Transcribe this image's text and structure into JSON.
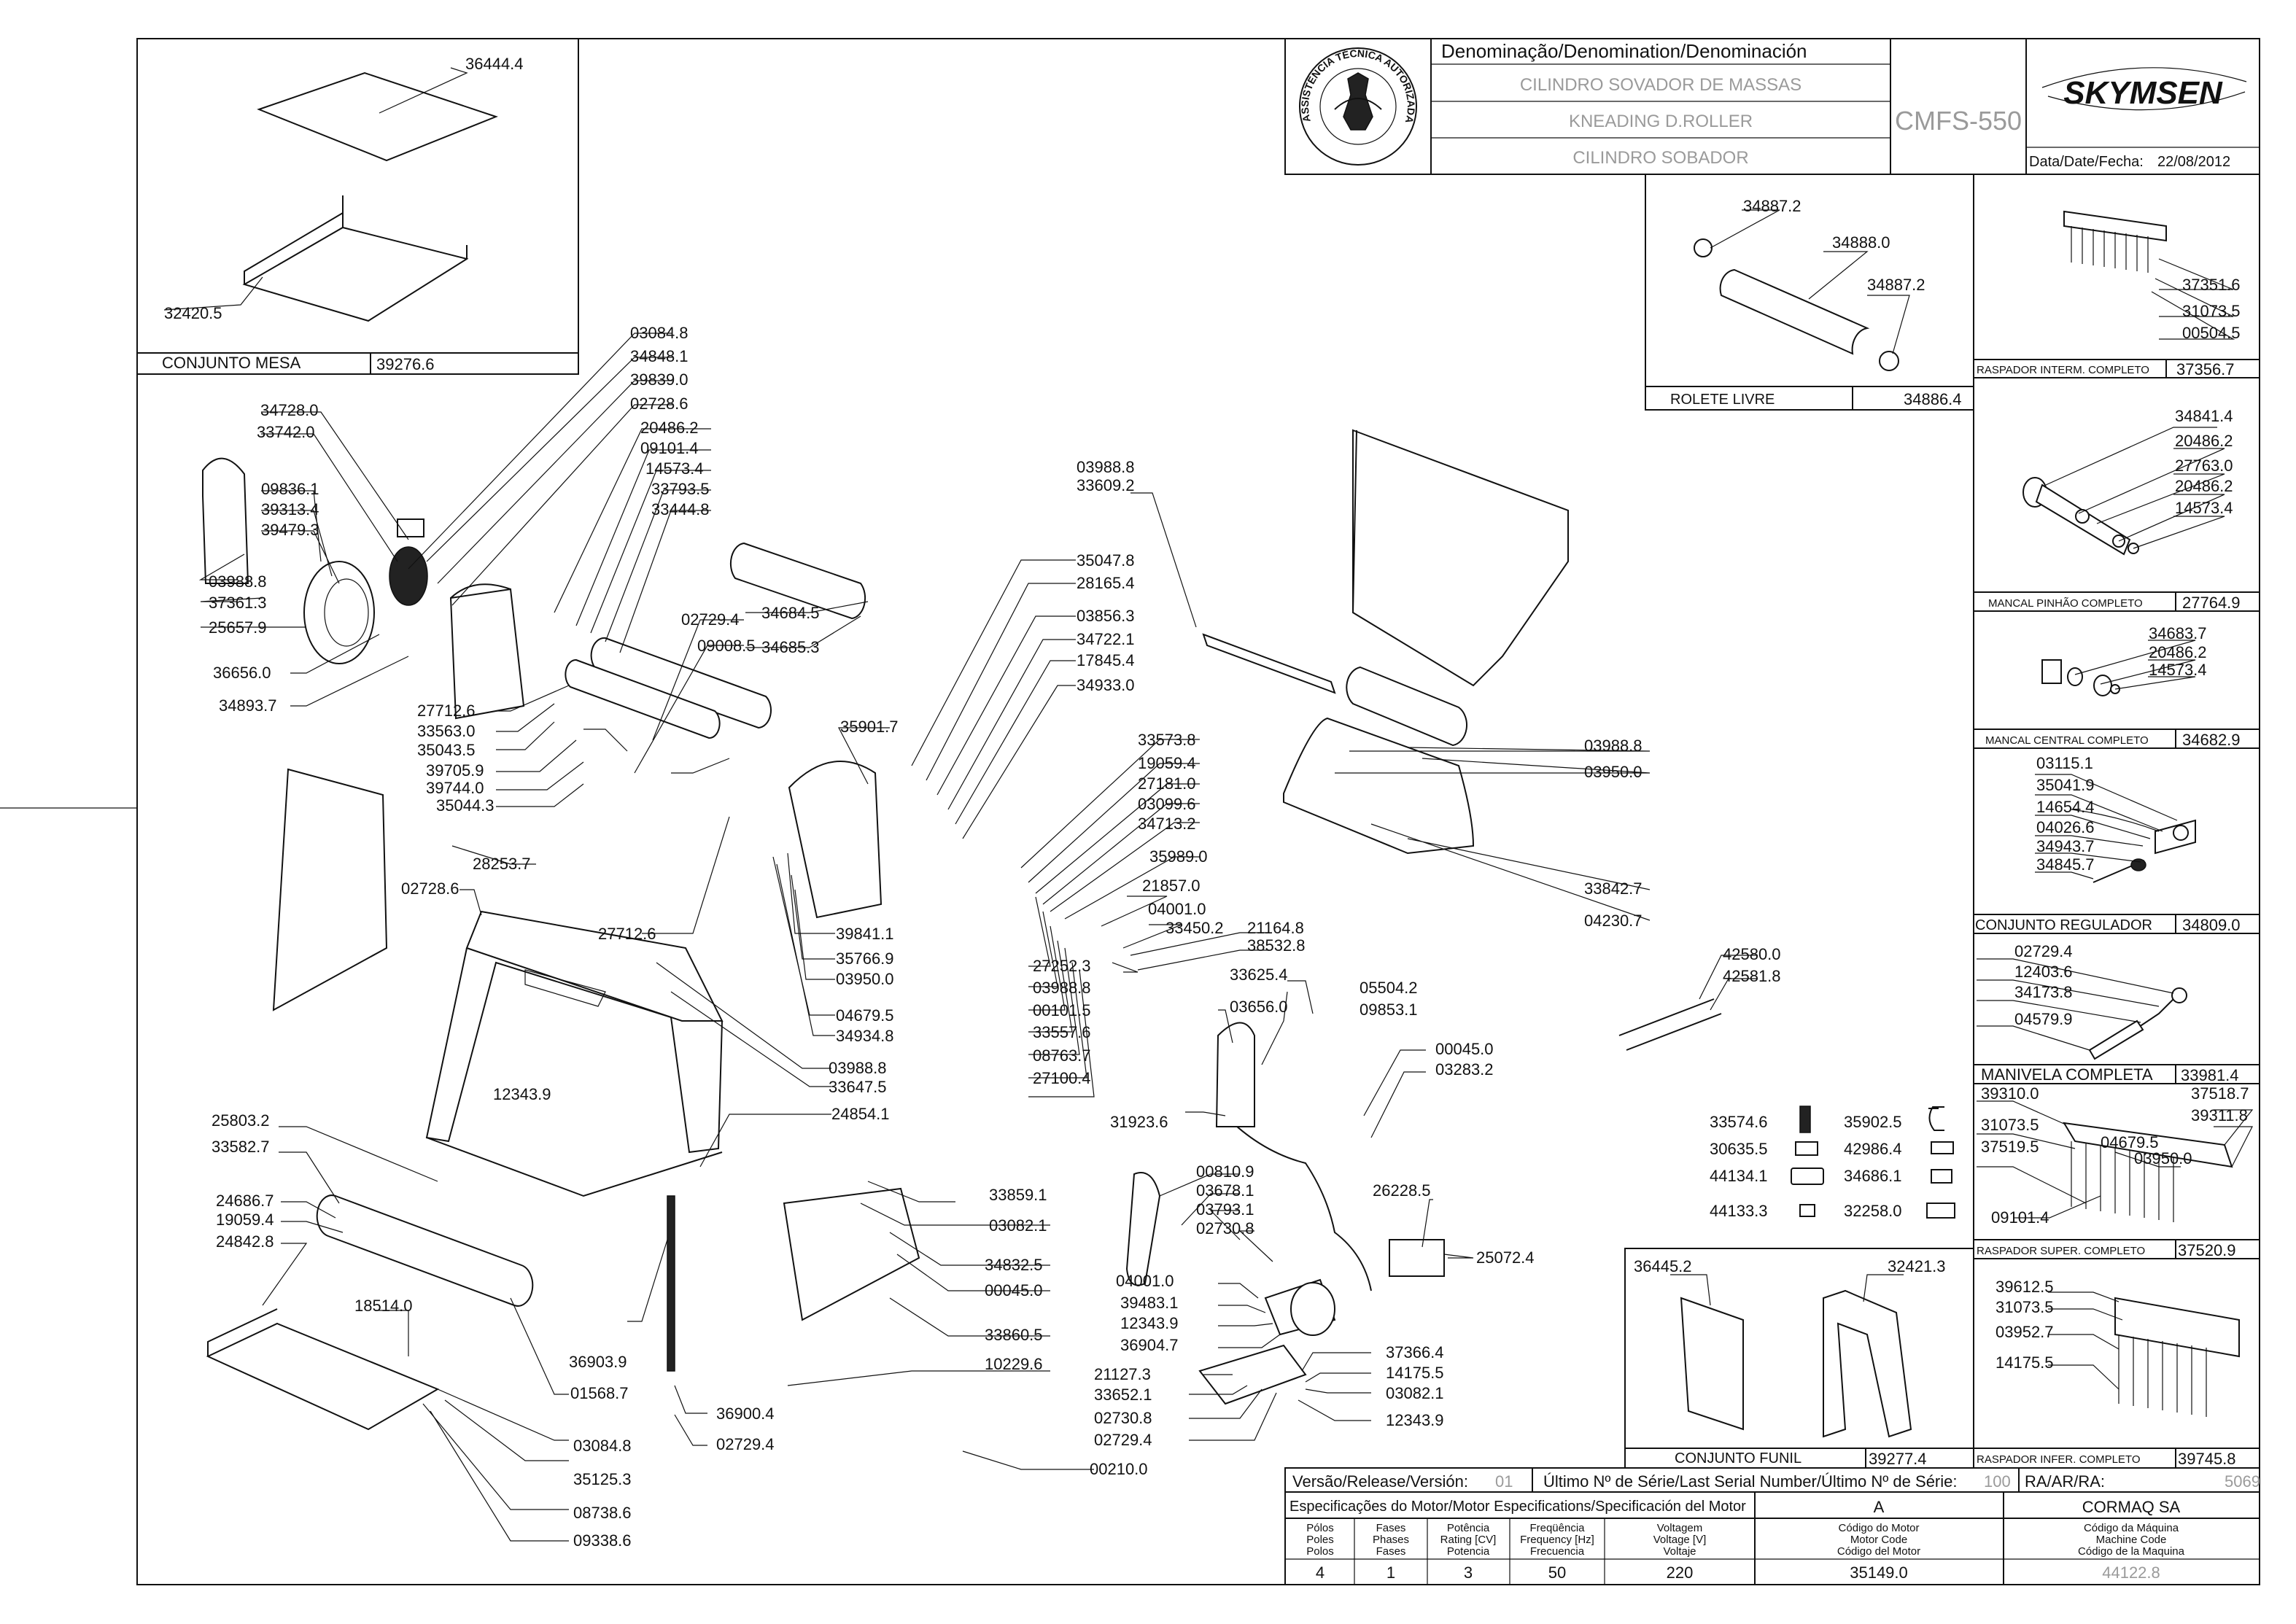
{
  "title_block": {
    "denomination_header": "Denominação/Denomination/Denominación",
    "name_pt": "CILINDRO SOVADOR DE MASSAS",
    "name_en": "KNEADING D.ROLLER",
    "name_es": "CILINDRO SOBADOR",
    "model": "CMFS-550",
    "brand": "SKYMSEN",
    "date_label": "Data/Date/Fecha:",
    "date_value": "22/08/2012",
    "seal_text": "ASSISTÊNCIA TÉCNICA AUTORIZADA"
  },
  "footer": {
    "version_label": "Versão/Release/Versión:",
    "version_value": "01",
    "serial_label": "Último Nº de Série/Last Serial Number/Último Nº de Série:",
    "serial_value": "100",
    "ra_label": "RA/AR/RA:",
    "ra_value": "5069",
    "motor_spec_label": "Especificações do Motor/Motor Especifications/Specificación del Motor",
    "motor_letter": "A",
    "company": "CORMAQ SA",
    "columns": [
      {
        "h1": "Pólos",
        "h2": "Poles",
        "h3": "Polos",
        "value": "4"
      },
      {
        "h1": "Fases",
        "h2": "Phases",
        "h3": "Fases",
        "value": "1"
      },
      {
        "h1": "Potência",
        "h2": "Rating [CV]",
        "h3": "Potencia",
        "value": "3"
      },
      {
        "h1": "Freqüência",
        "h2": "Frequency [Hz]",
        "h3": "Frecuencia",
        "value": "50"
      },
      {
        "h1": "Voltagem",
        "h2": "Voltage [V]",
        "h3": "Voltaje",
        "value": "220"
      },
      {
        "h1": "Código do Motor",
        "h2": "Motor Code",
        "h3": "Código del Motor",
        "value": "35149.0"
      },
      {
        "h1": "Código da Máquina",
        "h2": "Machine Code",
        "h3": "Código de la Maquina",
        "value": "44122.8"
      }
    ]
  },
  "assemblies": {
    "mesa": {
      "name": "CONJUNTO MESA",
      "code": "39276.6"
    },
    "rolete": {
      "name": "ROLETE LIVRE",
      "code": "34886.4"
    },
    "raspador_interm": {
      "name": "RASPADOR INTERM. COMPLETO",
      "code": "37356.7"
    },
    "mancal_pinhao": {
      "name": "MANCAL PINHÃO COMPLETO",
      "code": "27764.9"
    },
    "mancal_central": {
      "name": "MANCAL CENTRAL COMPLETO",
      "code": "34682.9"
    },
    "regulador": {
      "name": "CONJUNTO REGULADOR",
      "code": "34809.0"
    },
    "manivela": {
      "name": "MANIVELA COMPLETA",
      "code": "33981.4"
    },
    "raspador_super": {
      "name": "RASPADOR SUPER. COMPLETO",
      "code": "37520.9"
    },
    "funil": {
      "name": "CONJUNTO FUNIL",
      "code": "39277.4"
    },
    "raspador_infer": {
      "name": "RASPADOR INFER. COMPLETO",
      "code": "39745.8"
    }
  },
  "labels": {
    "mesa_1": "36444.4",
    "mesa_2": "32420.5",
    "rol_1": "34887.2",
    "rol_2": "34888.0",
    "rol_3": "34887.2",
    "ri_1": "37351.6",
    "ri_2": "31073.5",
    "ri_3": "00504.5",
    "mp_1": "34841.4",
    "mp_2": "20486.2",
    "mp_3": "27763.0",
    "mp_4": "20486.2",
    "mp_5": "14573.4",
    "mc_1": "34683.7",
    "mc_2": "20486.2",
    "mc_3": "14573.4",
    "rg_1": "03115.1",
    "rg_2": "35041.9",
    "rg_3": "14654.4",
    "rg_4": "04026.6",
    "rg_5": "34943.7",
    "rg_6": "34845.7",
    "mv_1": "02729.4",
    "mv_2": "12403.6",
    "mv_3": "34173.8",
    "mv_4": "04579.9",
    "rs_1": "39310.0",
    "rs_2": "37518.7",
    "rs_3": "39311.8",
    "rs_4": "31073.5",
    "rs_5": "04679.5",
    "rs_6": "37519.5",
    "rs_7": "03950.0",
    "rs_8": "09101.4",
    "rf_1": "39612.5",
    "rf_2": "31073.5",
    "rf_3": "03952.7",
    "rf_4": "14175.5",
    "fu_1": "36445.2",
    "fu_2": "32421.3",
    "l_03084_8": "03084.8",
    "l_34848_1": "34848.1",
    "l_39839_0": "39839.0",
    "l_02728_6a": "02728.6",
    "l_20486_2": "20486.2",
    "l_09101_4": "09101.4",
    "l_14573_4": "14573.4",
    "l_33793_5": "33793.5",
    "l_33444_8": "33444.8",
    "l_34728_0": "34728.0",
    "l_33742_0": "33742.0",
    "l_09836_1": "09836.1",
    "l_39313_4": "39313.4",
    "l_39479_3": "39479.3",
    "l_03988_8a": "03988.8",
    "l_37361_3": "37361.3",
    "l_25657_9": "25657.9",
    "l_36656_0": "36656.0",
    "l_34893_7": "34893.7",
    "l_34684_5": "34684.5",
    "l_34685_3": "34685.3",
    "l_02729_4a": "02729.4",
    "l_09008_5": "09008.5",
    "l_27712_6a": "27712.6",
    "l_33563_0": "33563.0",
    "l_35043_5": "35043.5",
    "l_39705_9": "39705.9",
    "l_39744_0": "39744.0",
    "l_35044_3": "35044.3",
    "l_28253_7": "28253.7",
    "l_02728_6b": "02728.6",
    "l_27712_6b": "27712.6",
    "l_12343_9a": "12343.9",
    "l_03988_8b": "03988.8",
    "l_33609_2": "33609.2",
    "l_35047_8": "35047.8",
    "l_28165_4": "28165.4",
    "l_03856_3": "03856.3",
    "l_34722_1": "34722.1",
    "l_17845_4": "17845.4",
    "l_34933_0": "34933.0",
    "l_35901_7": "35901.7",
    "l_33573_8": "33573.8",
    "l_19059_4a": "19059.4",
    "l_27181_0": "27181.0",
    "l_03099_6": "03099.6",
    "l_34713_2": "34713.2",
    "l_35989_0": "35989.0",
    "l_21857_0": "21857.0",
    "l_04001_0a": "04001.0",
    "l_33450_2": "33450.2",
    "l_21164_8": "21164.8",
    "l_38532_8": "38532.8",
    "l_39841_1": "39841.1",
    "l_35766_9": "35766.9",
    "l_03950_0a": "03950.0",
    "l_04679_5": "04679.5",
    "l_34934_8": "34934.8",
    "l_27252_3": "27252.3",
    "l_03988_8c": "03988.8",
    "l_00101_5": "00101.5",
    "l_33557_6": "33557.6",
    "l_08763_7": "08763.7",
    "l_27100_4": "27100.4",
    "l_03988_8d": "03988.8",
    "l_33647_5": "33647.5",
    "l_24854_1": "24854.1",
    "l_03988_8e": "03988.8",
    "l_03950_0b": "03950.0",
    "l_33842_7": "33842.7",
    "l_04230_7": "04230.7",
    "l_42580_0": "42580.0",
    "l_42581_8": "42581.8",
    "l_33625_4": "33625.4",
    "l_03656_0": "03656.0",
    "l_05504_2": "05504.2",
    "l_09853_1": "09853.1",
    "l_00045_0a": "00045.0",
    "l_03283_2": "03283.2",
    "l_31923_6": "31923.6",
    "l_00810_9": "00810.9",
    "l_03678_1": "03678.1",
    "l_03793_1": "03793.1",
    "l_02730_8a": "02730.8",
    "l_26228_5": "26228.5",
    "l_25072_4": "25072.4",
    "l_04001_0b": "04001.0",
    "l_39483_1": "39483.1",
    "l_12343_9b": "12343.9",
    "l_36904_7": "36904.7",
    "l_21127_3": "21127.3",
    "l_33652_1": "33652.1",
    "l_02730_8b": "02730.8",
    "l_02729_4b": "02729.4",
    "l_37366_4": "37366.4",
    "l_14175_5": "14175.5",
    "l_03082_1a": "03082.1",
    "l_12343_9c": "12343.9",
    "l_00210_0": "00210.0",
    "l_33574_6": "33574.6",
    "l_35902_5": "35902.5",
    "l_30635_5": "30635.5",
    "l_42986_4": "42986.4",
    "l_44134_1": "44134.1",
    "l_34686_1": "34686.1",
    "l_44133_3": "44133.3",
    "l_32258_0": "32258.0",
    "l_33859_1": "33859.1",
    "l_03082_1b": "03082.1",
    "l_34832_5": "34832.5",
    "l_00045_0b": "00045.0",
    "l_33860_5": "33860.5",
    "l_10229_6": "10229.6",
    "l_36903_9": "36903.9",
    "l_36900_4": "36900.4",
    "l_02729_4c": "02729.4",
    "l_25803_2": "25803.2",
    "l_33582_7": "33582.7",
    "l_24686_7": "24686.7",
    "l_19059_4b": "19059.4",
    "l_24842_8": "24842.8",
    "l_18514_0": "18514.0",
    "l_01568_7": "01568.7",
    "l_03084_8b": "03084.8",
    "l_35125_3": "35125.3",
    "l_08738_6": "08738.6",
    "l_09338_6": "09338.6"
  }
}
